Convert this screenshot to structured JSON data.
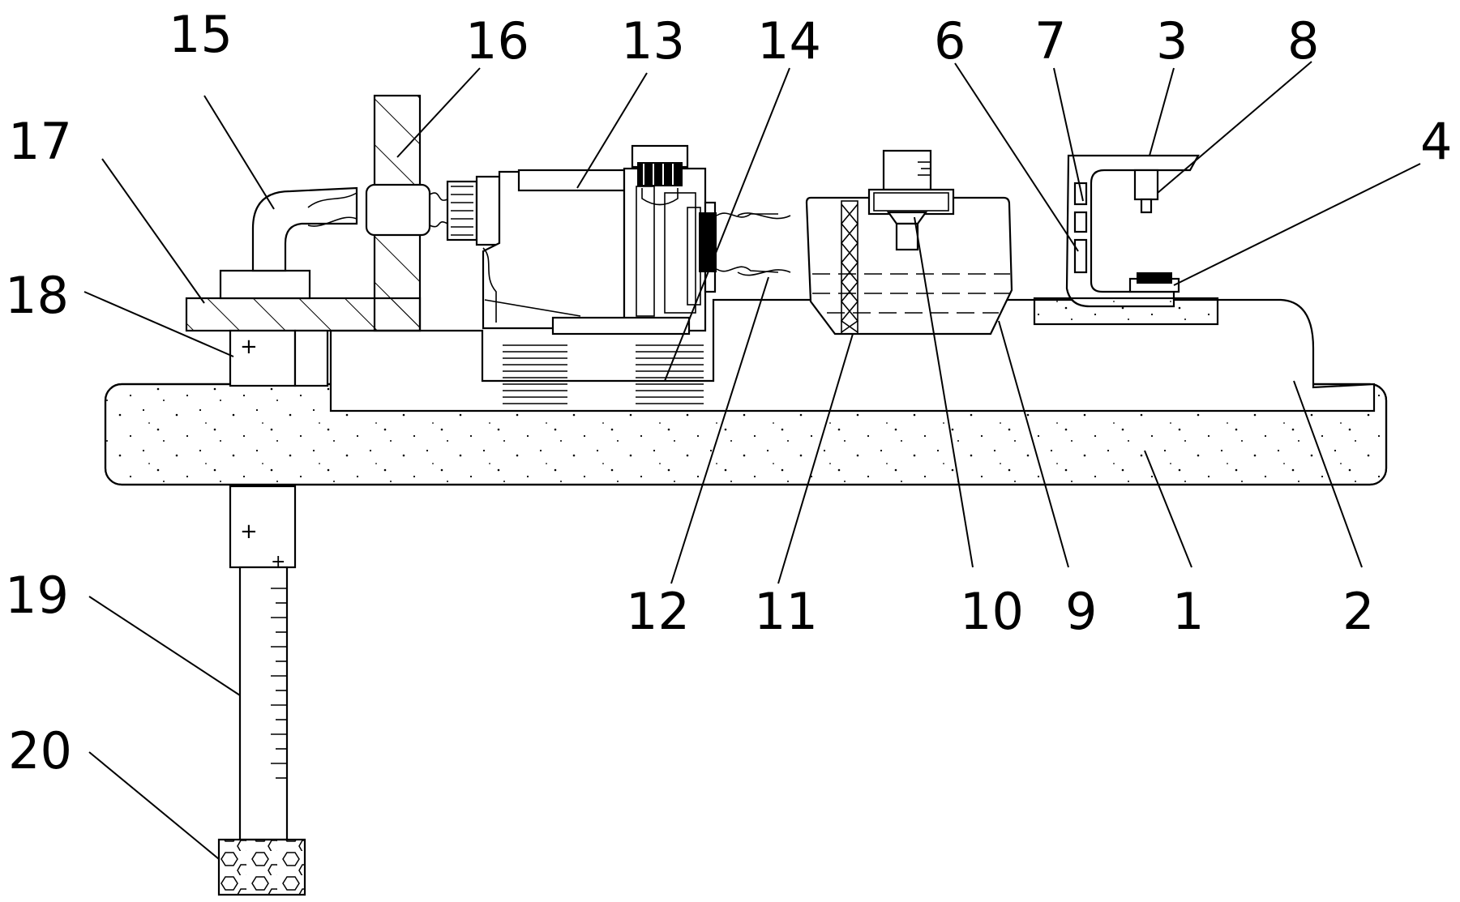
{
  "labels": [
    {
      "id": "1",
      "text": "1"
    },
    {
      "id": "2",
      "text": "2"
    },
    {
      "id": "3",
      "text": "3"
    },
    {
      "id": "4",
      "text": "4"
    },
    {
      "id": "6",
      "text": "6"
    },
    {
      "id": "7",
      "text": "7"
    },
    {
      "id": "8",
      "text": "8"
    },
    {
      "id": "9",
      "text": "9"
    },
    {
      "id": "10",
      "text": "10"
    },
    {
      "id": "11",
      "text": "11"
    },
    {
      "id": "12",
      "text": "12"
    },
    {
      "id": "13",
      "text": "13"
    },
    {
      "id": "14",
      "text": "14"
    },
    {
      "id": "15",
      "text": "15"
    },
    {
      "id": "16",
      "text": "16"
    },
    {
      "id": "17",
      "text": "17"
    },
    {
      "id": "18",
      "text": "18"
    },
    {
      "id": "19",
      "text": "19"
    },
    {
      "id": "20",
      "text": "20"
    }
  ],
  "scale_marks": [
    "+",
    "+",
    "+"
  ]
}
